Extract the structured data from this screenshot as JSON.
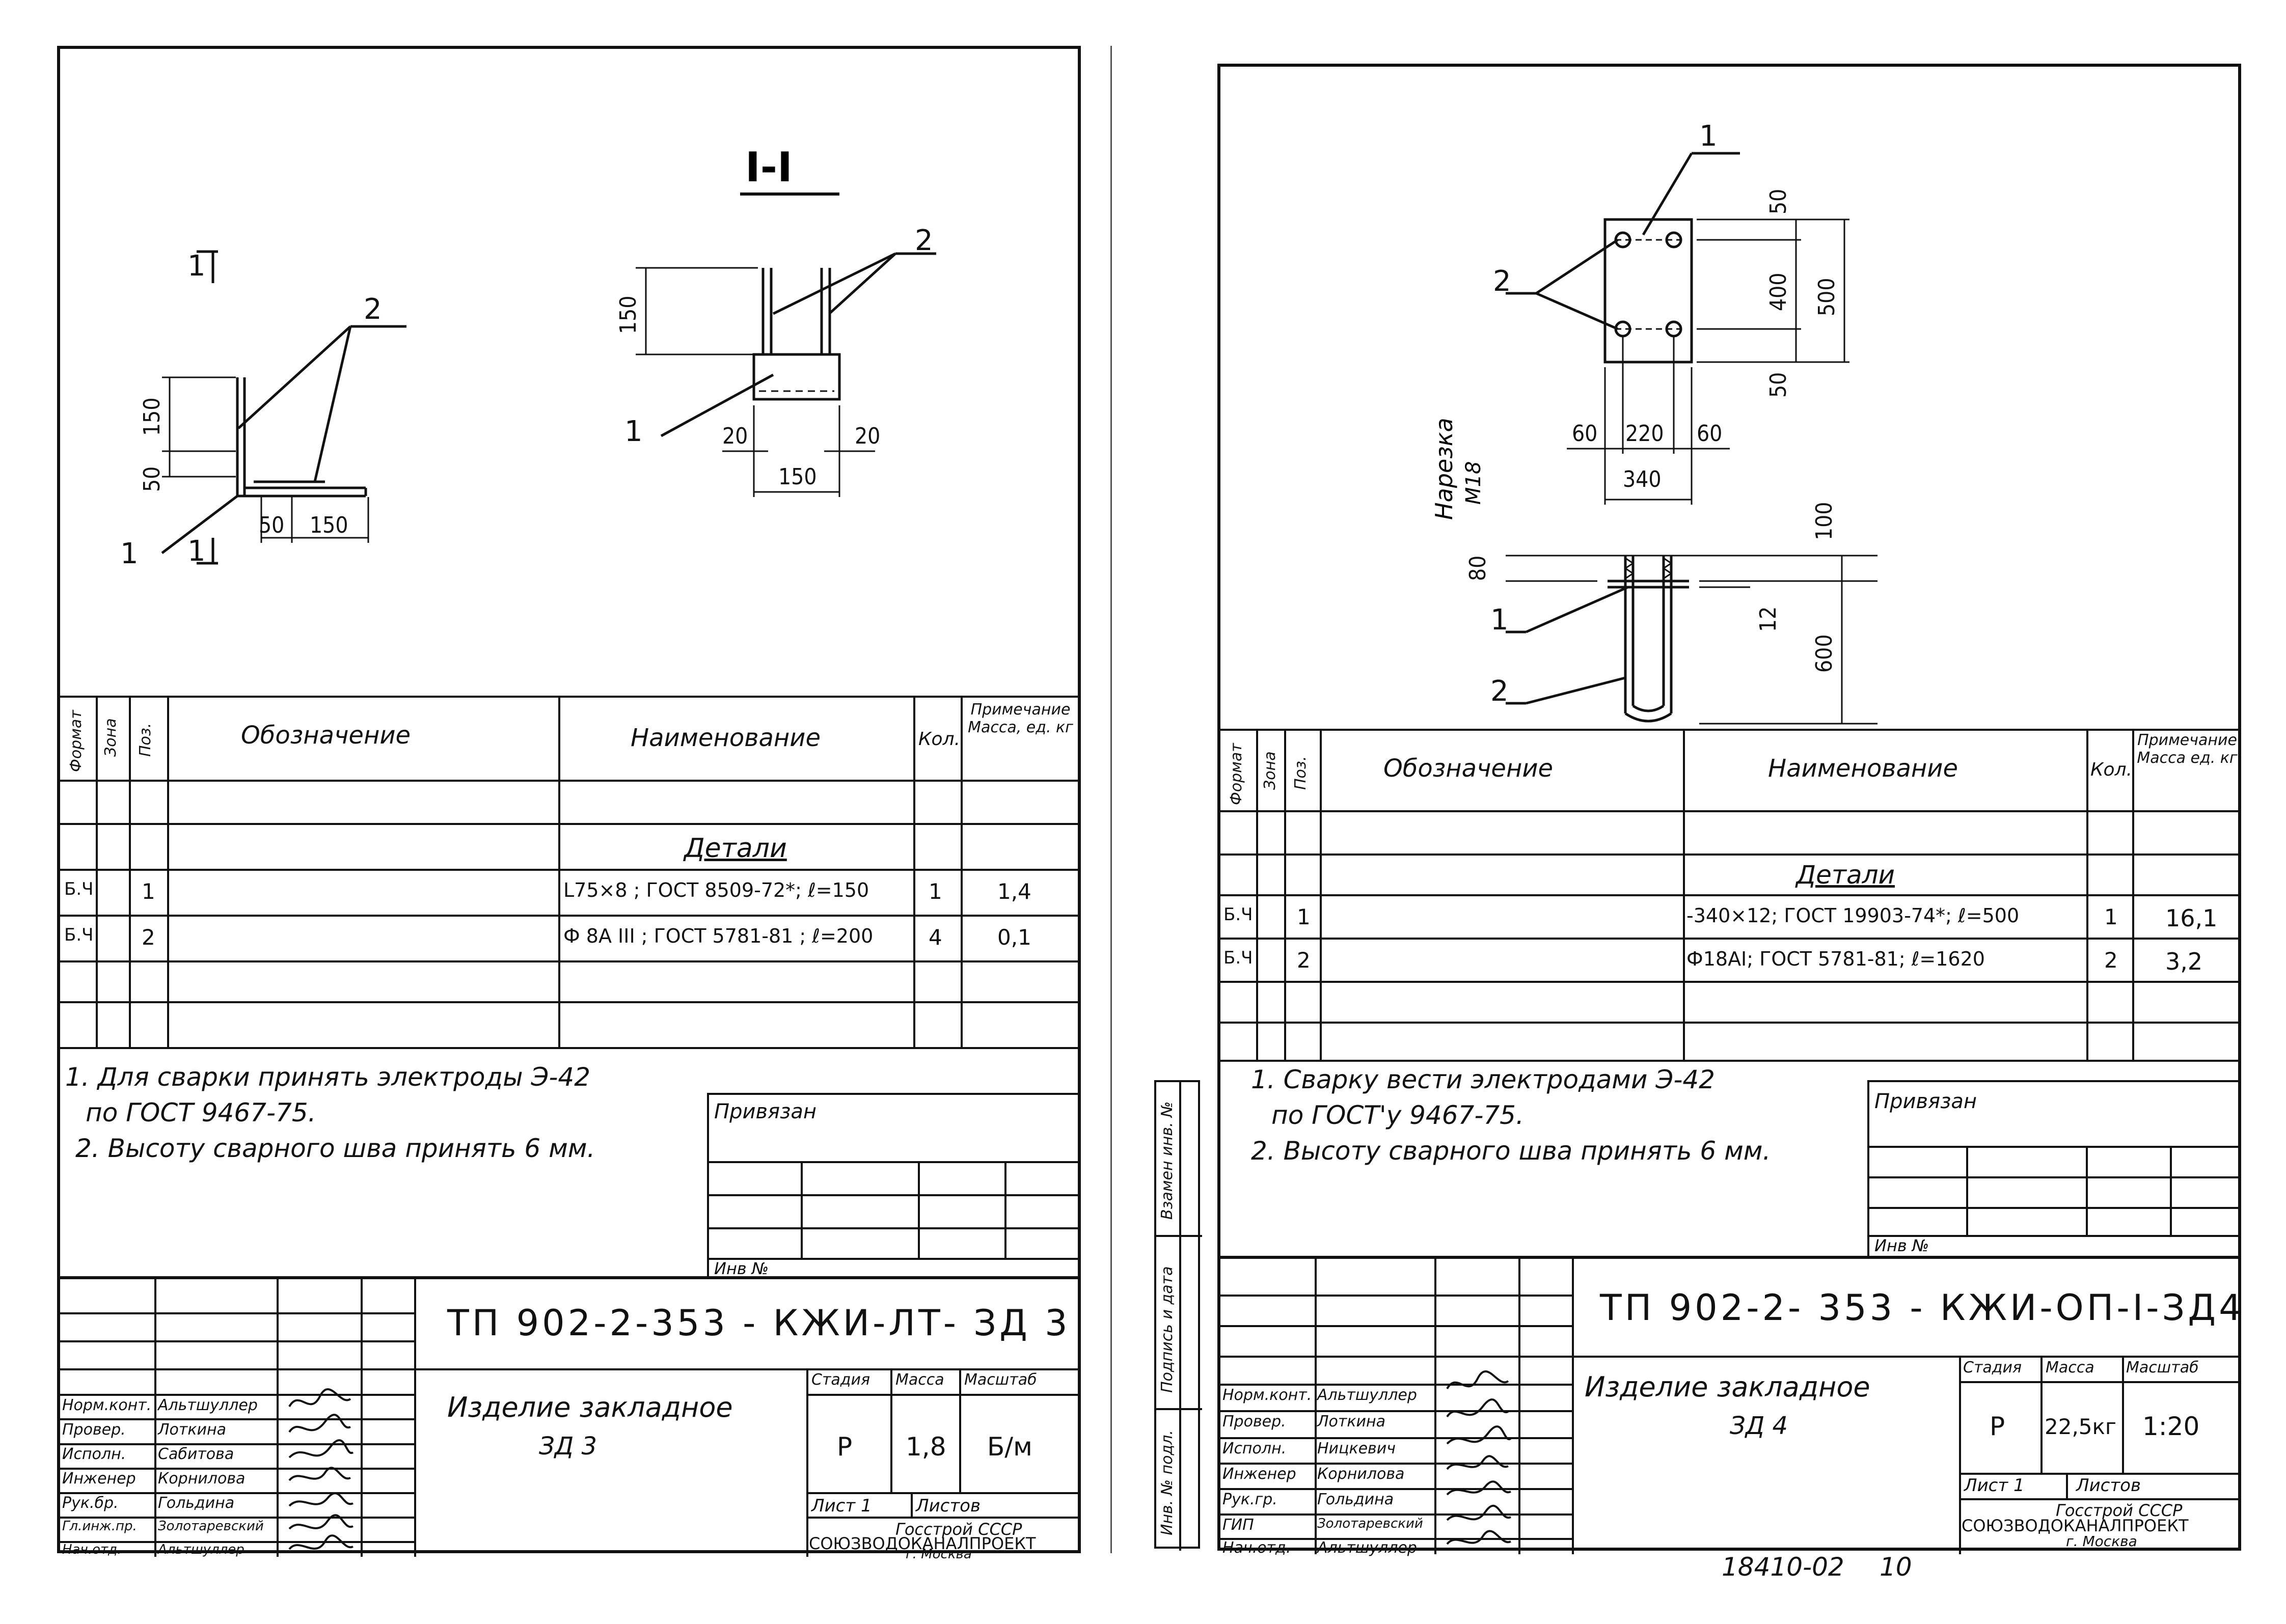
{
  "sheets": [
    {
      "section_title": "I-I",
      "drawing_labels": {
        "pos1": "1",
        "pos2": "2",
        "cut_mark": "1",
        "d150a": "150",
        "d50a": "50",
        "d50b": "50",
        "d150b": "150",
        "d150c": "150",
        "d20a": "20",
        "d20b": "20",
        "d150d": "150"
      },
      "spec": {
        "headers": {
          "format": "Формат",
          "zone": "Зона",
          "pos": "Поз.",
          "designation": "Обозначение",
          "name": "Наименование",
          "qty": "Кол.",
          "note": "Примечание Масса, ед. кг"
        },
        "section_label": "Детали",
        "rows": [
          {
            "format": "Б.Ч",
            "pos": "1",
            "name": "L75×8 ; ГОСТ 8509-72*; ℓ=150",
            "qty": "1",
            "mass": "1,4"
          },
          {
            "format": "Б.Ч",
            "pos": "2",
            "name": "Ф 8А III ; ГОСТ 5781-81 ; ℓ=200",
            "qty": "4",
            "mass": "0,1"
          }
        ]
      },
      "notes": [
        "1. Для сварки принять электроды Э-42",
        "по ГОСТ 9467-75.",
        "2. Высоту сварного шва принять 6 мм."
      ],
      "bind_box": {
        "title": "Привязан",
        "inv": "Инв №"
      },
      "title_block": {
        "code": "ТП 902-2-353 - КЖИ-ЛТ- ЗД 3",
        "product": "Изделие закладное",
        "product_code": "ЗД 3",
        "stage_label": "Стадия",
        "mass_label": "Масса",
        "scale_label": "Масштаб",
        "stage": "Р",
        "mass": "1,8",
        "scale": "Б/м",
        "sheet_label": "Лист 1",
        "sheets_label": "Листов",
        "org1": "Госстрой СССР",
        "org2": "СОЮЗВОДОКАНАЛПРОЕКТ",
        "org3": "г. Москва",
        "roles": [
          {
            "role": "Норм.конт.",
            "name": "Альтшуллер"
          },
          {
            "role": "Провер.",
            "name": "Лоткина"
          },
          {
            "role": "Исполн.",
            "name": "Сабитова"
          },
          {
            "role": "Инженер",
            "name": "Корнилова"
          },
          {
            "role": "Рук.бр.",
            "name": "Гольдина"
          },
          {
            "role": "Гл.инж.пр.",
            "name": "Золотаревский"
          },
          {
            "role": "Нач.отд.",
            "name": "Альтшуллер"
          }
        ]
      }
    },
    {
      "drawing_labels": {
        "pos1a": "1",
        "pos2a": "2",
        "pos1b": "1",
        "pos2b": "2",
        "d50a": "50",
        "d400": "400",
        "d500": "500",
        "d50b": "50",
        "d60a": "60",
        "d220": "220",
        "d60b": "60",
        "d340": "340",
        "thread": "Нарезка",
        "thread_size": "М18",
        "d100": "100",
        "d80": "80",
        "d12": "12",
        "d600": "600"
      },
      "spec": {
        "headers": {
          "format": "Формат",
          "zone": "Зона",
          "pos": "Поз.",
          "designation": "Обозначение",
          "name": "Наименование",
          "qty": "Кол.",
          "note": "Примечание Масса ед. кг"
        },
        "section_label": "Детали",
        "rows": [
          {
            "format": "Б.Ч",
            "pos": "1",
            "name": "-340×12; ГОСТ 19903-74*; ℓ=500",
            "qty": "1",
            "mass": "16,1"
          },
          {
            "format": "Б.Ч",
            "pos": "2",
            "name": "Ф18АI; ГОСТ 5781-81; ℓ=1620",
            "qty": "2",
            "mass": "3,2"
          }
        ]
      },
      "notes": [
        "1. Сварку вести электродами Э-42",
        "по ГОСТ'у 9467-75.",
        "2. Высоту сварного шва принять 6 мм."
      ],
      "bind_box": {
        "title": "Привязан",
        "inv": "Инв №"
      },
      "side_stamp": [
        "Взамен инв. №",
        "Подпись и дата",
        "Инв. № подл."
      ],
      "title_block": {
        "code": "ТП 902-2- 353 - КЖИ-ОП-I-ЗД4",
        "product": "Изделие закладное",
        "product_code": "ЗД 4",
        "stage_label": "Стадия",
        "mass_label": "Масса",
        "scale_label": "Масштаб",
        "stage": "Р",
        "mass": "22,5кг",
        "scale": "1:20",
        "sheet_label": "Лист 1",
        "sheets_label": "Листов",
        "org1": "Госстрой СССР",
        "org2": "СОЮЗВОДОКАНАЛПРОЕКТ",
        "org3": "г. Москва",
        "roles": [
          {
            "role": "Норм.конт.",
            "name": "Альтшуллер"
          },
          {
            "role": "Провер.",
            "name": "Лоткина"
          },
          {
            "role": "Исполн.",
            "name": "Ницкевич"
          },
          {
            "role": "Инженер",
            "name": "Корнилова"
          },
          {
            "role": "Рук.гр.",
            "name": "Гольдина"
          },
          {
            "role": "ГИП",
            "name": "Золотаревский"
          },
          {
            "role": "Нач.отд.",
            "name": "Альтшуллер"
          }
        ]
      }
    }
  ],
  "footer_code": "18410-02",
  "page_number": "10"
}
